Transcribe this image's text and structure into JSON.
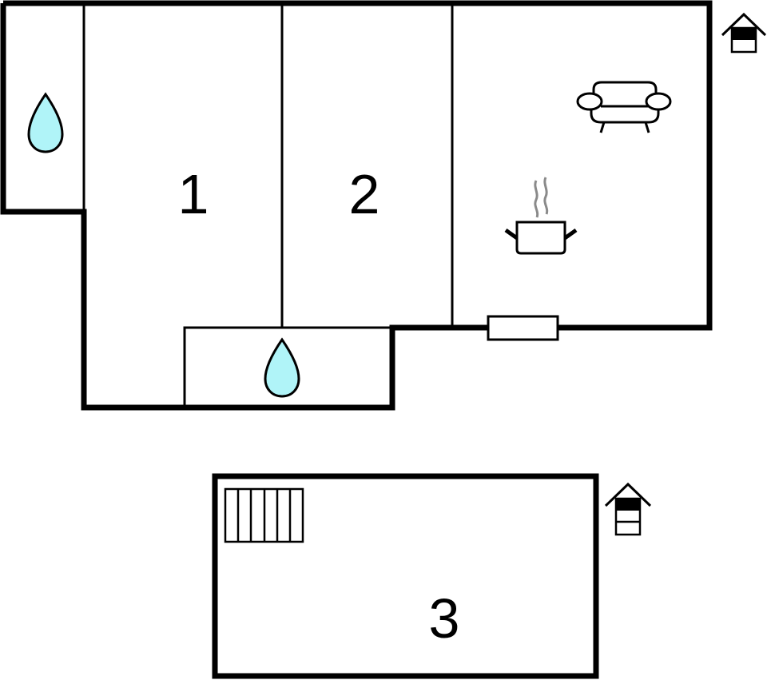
{
  "diagram": {
    "type": "floor-plan",
    "colors": {
      "wall": "#000000",
      "background": "#ffffff",
      "water": "#b0f4f8",
      "steam": "#8a8a8a"
    },
    "upper_floor": {
      "rooms": [
        {
          "id": "bathroom-top-left",
          "label": "",
          "icon": "water-drop-icon"
        },
        {
          "id": "room-1",
          "label": "1"
        },
        {
          "id": "room-2",
          "label": "2"
        },
        {
          "id": "living-kitchen",
          "label": "",
          "icons": [
            "sofa-icon",
            "cooking-pot-icon"
          ]
        },
        {
          "id": "bathroom-bottom",
          "label": "",
          "icon": "water-drop-icon"
        }
      ],
      "features": [
        "window"
      ],
      "floor_indicator": "floor-level-upper-icon"
    },
    "lower_floor": {
      "rooms": [
        {
          "id": "room-3",
          "label": "3",
          "icon": "staircase-icon"
        }
      ],
      "floor_indicator": "floor-level-lower-icon"
    }
  }
}
